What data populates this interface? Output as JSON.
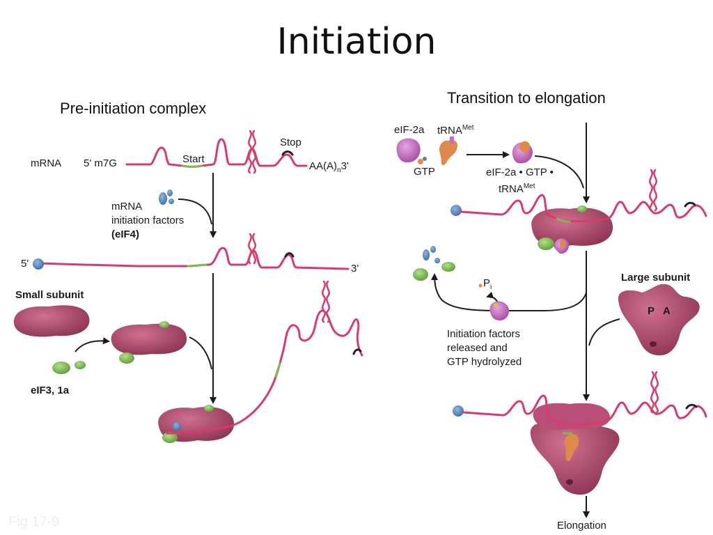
{
  "title": "Initiation",
  "left_heading": "Pre-initiation complex",
  "right_heading": "Transition to elongation",
  "labels": {
    "mrna": "mRNA",
    "five_prime_cap": "5' m7G",
    "start": "Start",
    "stop": "Stop",
    "poly_a": "AA(A)",
    "poly_a_sub": "n",
    "three_prime": "3'",
    "five_prime": "5'",
    "mrna_factors_1": "mRNA",
    "mrna_factors_2": "initiation factors",
    "mrna_factors_3": "(eIF4)",
    "small_subunit": "Small subunit",
    "eif3": "eIF3, 1a",
    "eif2a": "eIF-2a",
    "trna": "tRNA",
    "met": "Met",
    "gtp": "GTP",
    "complex_1": "eIF-2a • GTP •",
    "complex_2": "tRNA",
    "pi": "P",
    "pi_sub": "i",
    "large_subunit": "Large subunit",
    "site_p": "P",
    "site_a": "A",
    "released_1": "Initiation factors",
    "released_2": "released and",
    "released_3": "GTP hydrolyzed",
    "elongation": "Elongation",
    "fig_ref": "Fig 17-9"
  },
  "colors": {
    "mrna": "#d93a6a",
    "ribosome": "#b0476f",
    "eif4": "#4f82b8",
    "eif3": "#7cbc4a",
    "eif2": "#c76bc3",
    "trna": "#e08a4a",
    "arrow": "#1a1a1a"
  }
}
